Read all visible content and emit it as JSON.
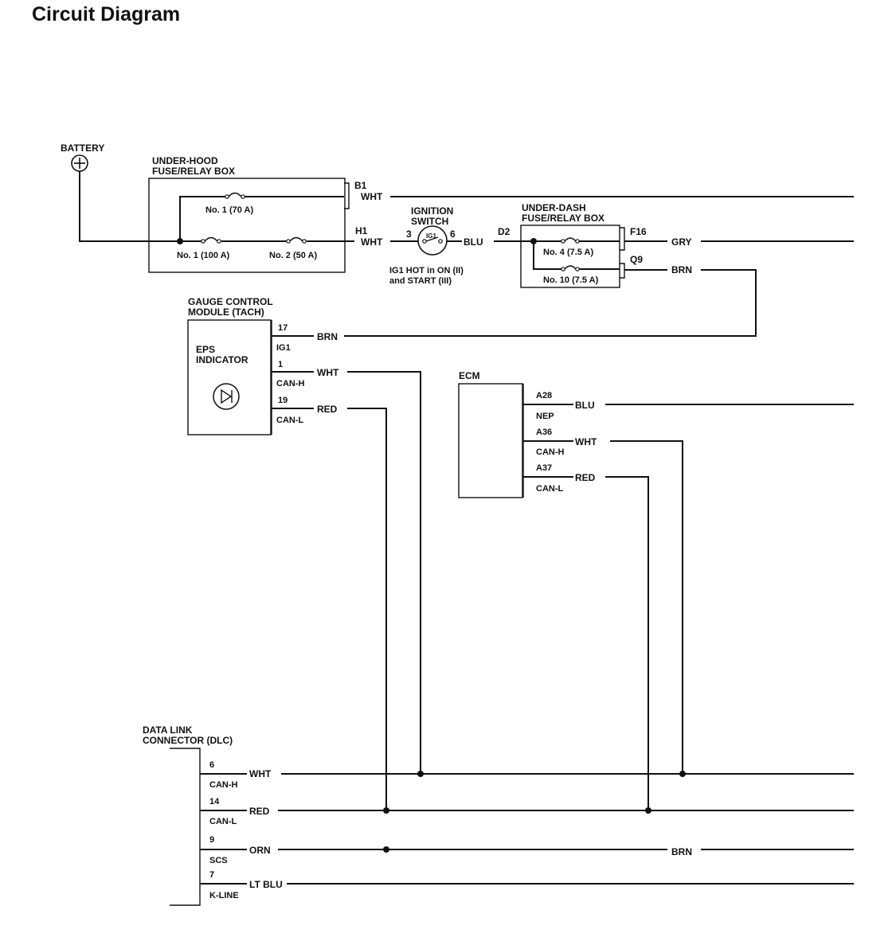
{
  "title": "Circuit Diagram",
  "battery": {
    "label": "BATTERY"
  },
  "under_hood_box": {
    "title_line1": "UNDER-HOOD",
    "title_line2": "FUSE/RELAY BOX",
    "fuse_70": "No. 1 (70 A)",
    "fuse_100": "No. 1 (100 A)",
    "fuse_50": "No. 2 (50 A)",
    "term_b1": "B1",
    "term_h1": "H1",
    "wire_b1": "WHT",
    "wire_h1": "WHT"
  },
  "ignition_switch": {
    "title_line1": "IGNITION",
    "title_line2": "SWITCH",
    "pin_in": "3",
    "pin_out": "6",
    "symbol": "IG1",
    "wire_out": "BLU",
    "note_line1": "IG1 HOT in ON (II)",
    "note_line2": "and START (III)"
  },
  "under_dash_box": {
    "title_line1": "UNDER-DASH",
    "title_line2": "FUSE/RELAY BOX",
    "term_d2": "D2",
    "term_f16": "F16",
    "term_q9": "Q9",
    "fuse_4": "No. 4 (7.5 A)",
    "fuse_10": "No. 10 (7.5 A)",
    "wire_f16": "GRY",
    "wire_q9": "BRN"
  },
  "gauge_module": {
    "title_line1": "GAUGE CONTROL",
    "title_line2": "MODULE (TACH)",
    "indicator_line1": "EPS",
    "indicator_line2": "INDICATOR",
    "pins": [
      {
        "num": "17",
        "name": "IG1",
        "wire": "BRN"
      },
      {
        "num": "1",
        "name": "CAN-H",
        "wire": "WHT"
      },
      {
        "num": "19",
        "name": "CAN-L",
        "wire": "RED"
      }
    ]
  },
  "ecm": {
    "title": "ECM",
    "pins": [
      {
        "num": "A28",
        "name": "NEP",
        "wire": "BLU"
      },
      {
        "num": "A36",
        "name": "CAN-H",
        "wire": "WHT"
      },
      {
        "num": "A37",
        "name": "CAN-L",
        "wire": "RED"
      }
    ]
  },
  "dlc": {
    "title_line1": "DATA LINK",
    "title_line2": "CONNECTOR (DLC)",
    "pins": [
      {
        "num": "6",
        "name": "CAN-H",
        "wire": "WHT"
      },
      {
        "num": "14",
        "name": "CAN-L",
        "wire": "RED"
      },
      {
        "num": "9",
        "name": "SCS",
        "wire": "ORN"
      },
      {
        "num": "7",
        "name": "K-LINE",
        "wire": "LT BLU"
      }
    ],
    "scs_wire_right": "BRN"
  }
}
